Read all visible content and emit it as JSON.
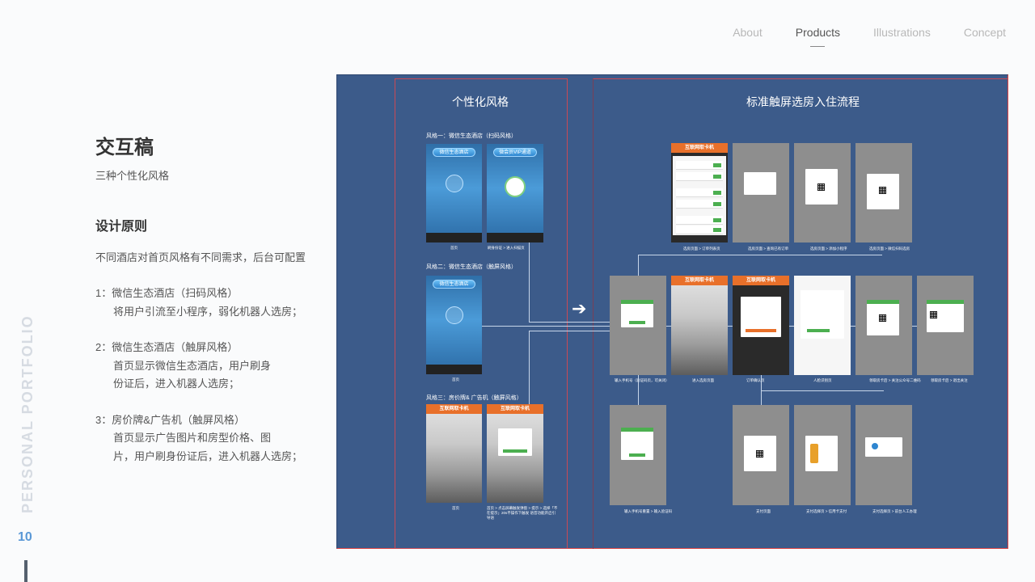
{
  "nav": {
    "items": [
      {
        "label": "About",
        "active": false
      },
      {
        "label": "Products",
        "active": true
      },
      {
        "label": "Illustrations",
        "active": false
      },
      {
        "label": "Concept",
        "active": false
      }
    ]
  },
  "content": {
    "title": "交互稿",
    "subtitle": "三种个性化风格",
    "principle_heading": "设计原则",
    "principle_text": "不同酒店对首页风格有不同需求，后台可配置",
    "items": [
      {
        "lead": "1：微信生态酒店（扫码风格）",
        "desc": "将用户引流至小程序，弱化机器人选房；"
      },
      {
        "lead": "2：微信生态酒店（触屏风格）",
        "desc": "首页显示微信生态酒店，用户刷身\n份证后，进入机器人选房；"
      },
      {
        "lead": "3：房价牌&广告机（触屏风格）",
        "desc": "首页显示广告图片和房型价格、图\n片，用户刷身份证后，进入机器人选房；"
      }
    ]
  },
  "sidebar": {
    "vertical_text": "PERSONAL   PORTFOLIO",
    "page_number": "10"
  },
  "board": {
    "left_title": "个性化风格",
    "right_title": "标准触屏选房入住流程",
    "style_labels": [
      "风格一：微信生态酒店（扫码风格）",
      "风格二：微信生态酒店（触屏风格）",
      "风格三：房价牌& 广告机（触屏风格）"
    ],
    "screen_texts": {
      "wechat_hotel": "微信生态酒店",
      "vip_channel": "微会员VIP通道",
      "kiosk_brand": "互联网取卡机"
    },
    "captions": {
      "s1a": "首页",
      "s1b": "刷身份证 > 进入扫描页",
      "s2": "首页",
      "s3a": "首页",
      "s3b": "首页 > 点击屏幕触发弹窗 > 提示 > 选择「不在提示」20s不操作下触发 语音功能开启引导语",
      "r1a": "选房页面 > 订单列表页",
      "r1c": "选房页面 > 查询已有订单",
      "r1d": "选房页面 > 添加小程序",
      "r1e": "选房页面 > 微信扫码选房",
      "r2a": "输入手机号（验证码页，可关闭）",
      "r2b": "进入选房页面",
      "r2c": "订单确认页",
      "r2d": "人脸识别页",
      "r2e": "领取房卡后 > 关注公众号二维码",
      "r2f": "领取房卡后 > 退出关注",
      "r3a": "输入手机号重置 > 输入验证码",
      "r3b": "支付页面",
      "r3c": "支付选择页 > 信用卡支付",
      "r3d": "支付选择页 > 前台人工办理"
    }
  }
}
